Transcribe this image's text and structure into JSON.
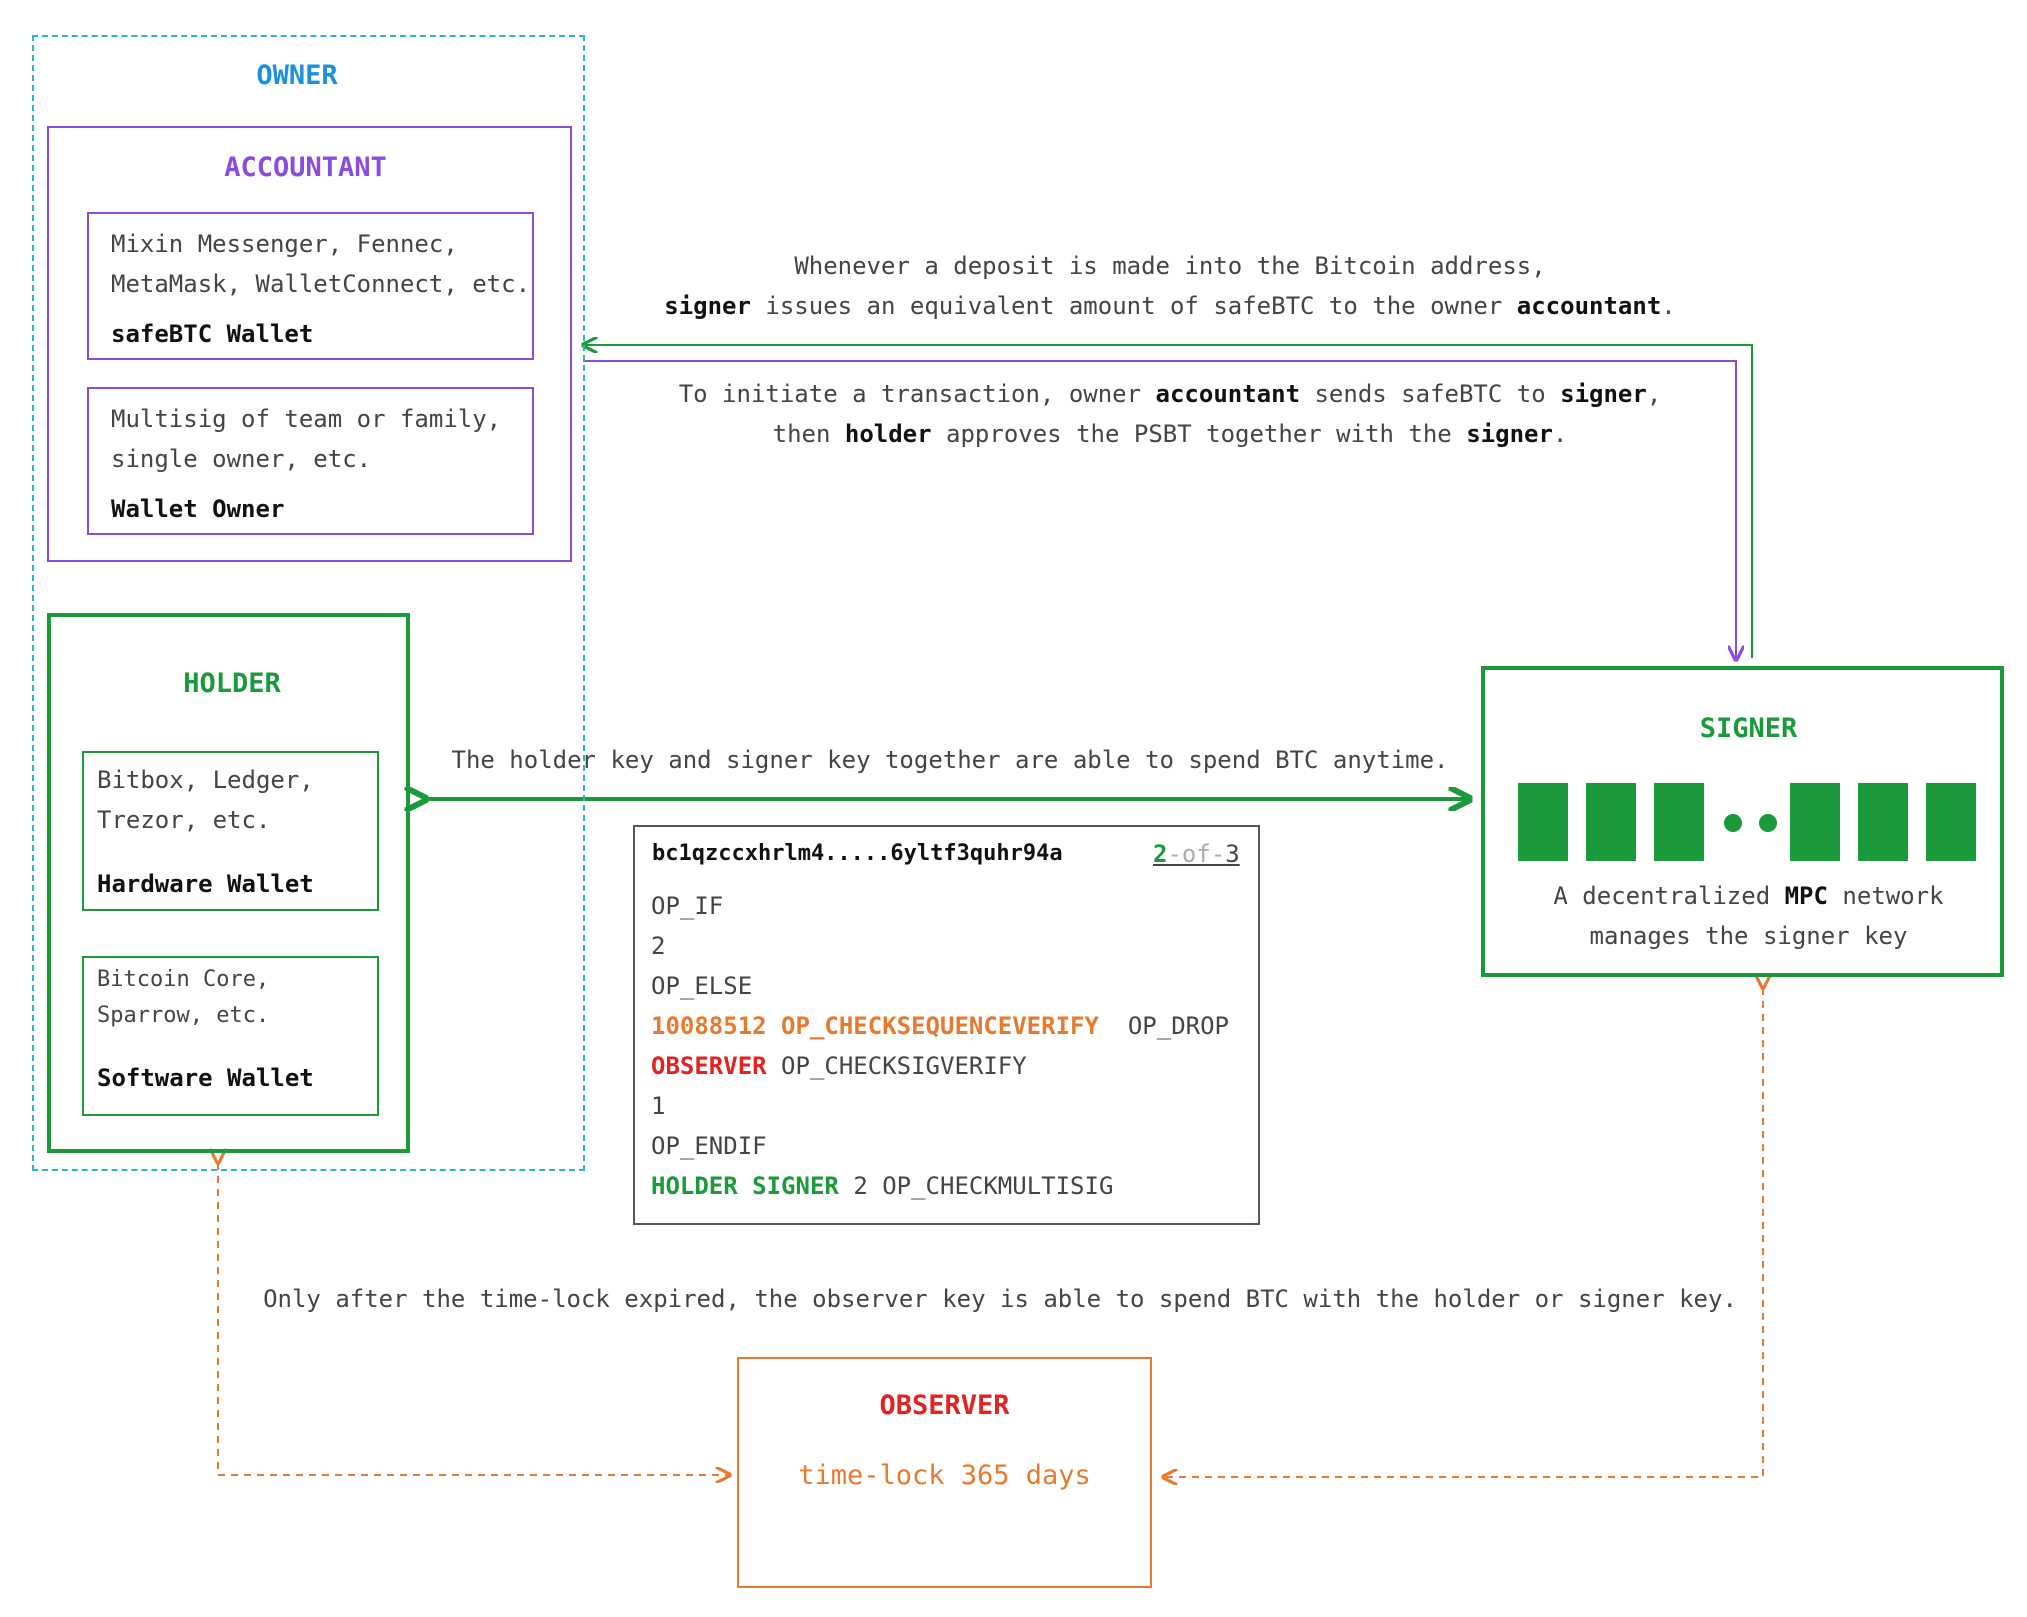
{
  "owner": {
    "title": "OWNER"
  },
  "accountant": {
    "title": "ACCOUNTANT",
    "safebtc_wallet": {
      "line1": "Mixin Messenger, Fennec,",
      "line2": "MetaMask, WalletConnect, etc.",
      "name": "safeBTC Wallet"
    },
    "wallet_owner": {
      "line1": "Multisig of team or family,",
      "line2": "single owner, etc.",
      "name": "Wallet Owner"
    }
  },
  "holder": {
    "title": "HOLDER",
    "hardware_wallet": {
      "line1": "Bitbox, Ledger,",
      "line2": "Trezor, etc.",
      "name": "Hardware Wallet"
    },
    "software_wallet": {
      "line1": "Bitcoin Core,",
      "line2": "Sparrow, etc.",
      "name": "Software Wallet"
    }
  },
  "signer": {
    "title": "SIGNER",
    "desc_pre": "A decentralized",
    "desc_bold": "MPC",
    "desc_post": "network",
    "desc_line2": "manages the signer key"
  },
  "observer": {
    "title": "OBSERVER",
    "timelock": "time-lock 365 days"
  },
  "captions": {
    "deposit_l1": "Whenever a deposit is made into the Bitcoin address,",
    "deposit_l2_b1": "signer",
    "deposit_l2_mid": "issues an equivalent amount of safeBTC to the owner",
    "deposit_l2_b2": "accountant",
    "deposit_l2_end": ".",
    "tx_l1_pre": "To initiate a transaction, owner",
    "tx_l1_b1": "accountant",
    "tx_l1_mid": "sends safeBTC to",
    "tx_l1_b2": "signer",
    "tx_l1_end": ",",
    "tx_l2_pre": "then",
    "tx_l2_b1": "holder",
    "tx_l2_mid": "approves the PSBT together with the",
    "tx_l2_b2": "signer",
    "tx_l2_end": ".",
    "holder_signer": "The holder key and signer key together are able to spend BTC anytime.",
    "observer": "Only after the time-lock expired, the observer key is able to spend BTC with the holder or signer key."
  },
  "script": {
    "address": "bc1qzccxhrlm4.....6yltf3quhr94a",
    "threshold_n": "2",
    "threshold_of": "-of-",
    "threshold_m": "3",
    "line_if": "OP_IF",
    "line_2": "2",
    "line_else": "OP_ELSE",
    "csv_value": "10088512",
    "csv_op": "OP_CHECKSEQUENCEVERIFY",
    "drop_op": "OP_DROP",
    "observer_key": "OBSERVER",
    "checksigverify": "OP_CHECKSIGVERIFY",
    "line_1": "1",
    "line_endif": "OP_ENDIF",
    "holder_key": "HOLDER",
    "signer_key": "SIGNER",
    "multisig": "2 OP_CHECKMULTISIG"
  },
  "colors": {
    "owner": "#1b8fe0",
    "owner_border": "#2bb5c9",
    "accountant": "#8a4be0",
    "green": "#1a9a3a",
    "orange": "#e67a2e",
    "red": "#e32222",
    "script_border": "#555566"
  },
  "icons": [
    "mpc-node-bar-icon",
    "mpc-node-dot-icon"
  ]
}
